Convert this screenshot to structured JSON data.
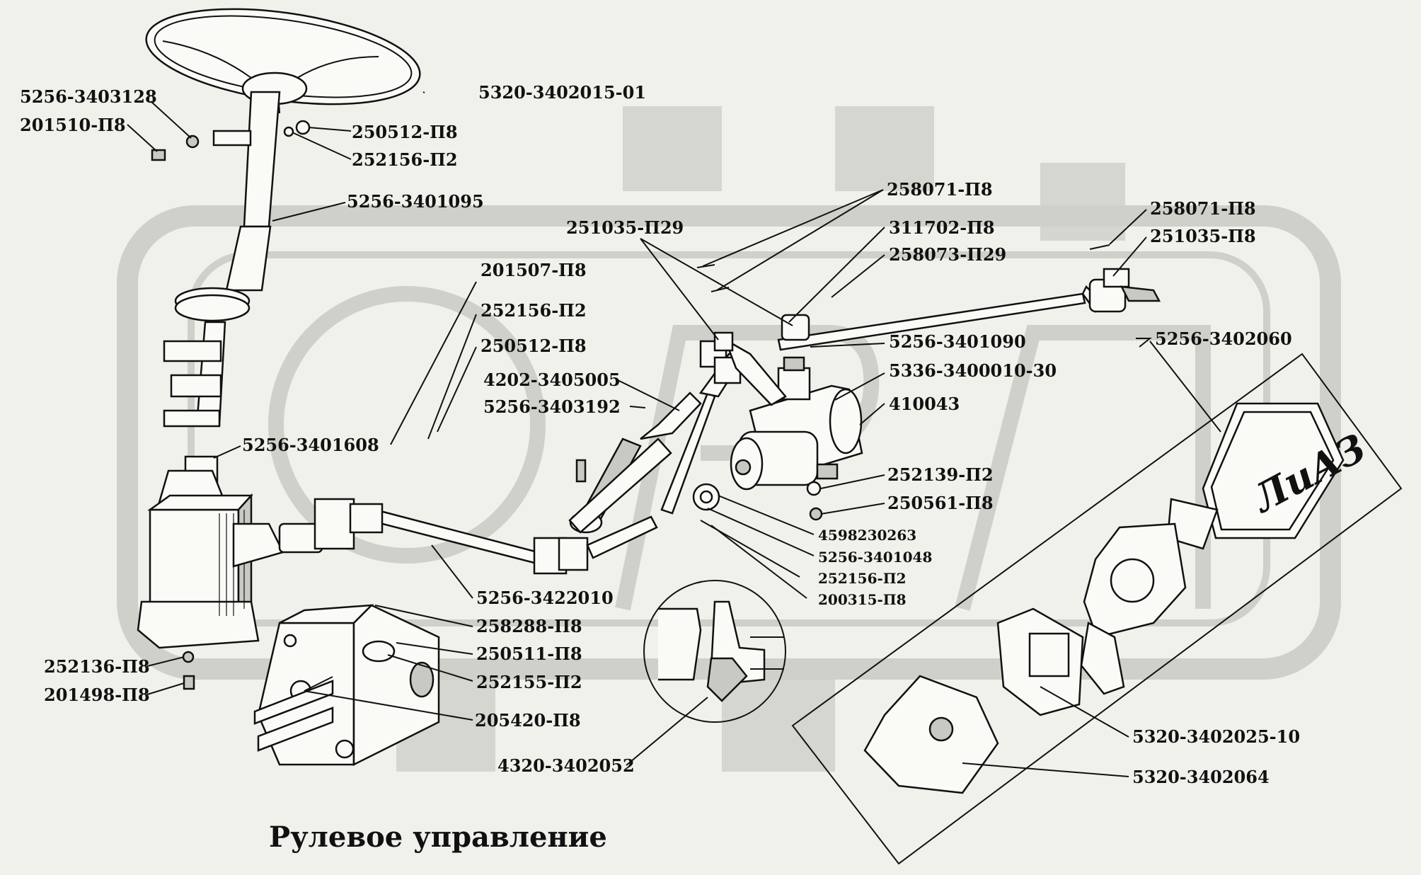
{
  "diagram": {
    "title": "Рулевое управление",
    "watermark": "ОПД",
    "emblem_text": "ЛиАЗ",
    "labels": {
      "l01": "5320-3402015-01",
      "l02": "5256-3403128",
      "l03": "201510-П8",
      "l04": "250512-П8",
      "l05": "252156-П2",
      "l06": "5256-3401095",
      "l07": "258071-П8",
      "l08": "251035-П29",
      "l09": "311702-П8",
      "l10": "258073-П29",
      "l11": "258071-П8",
      "l12": "251035-П8",
      "l13": "201507-П8",
      "l14": "252156-П2",
      "l15": "250512-П8",
      "l16": "4202-3405005",
      "l17": "5256-3403192",
      "l18": "5256-3401090",
      "l19": "5336-3400010-30",
      "l20": "5256-3402060",
      "l21": "410043",
      "l22": "5256-3401608",
      "l23": "252139-П2",
      "l24": "250561-П8",
      "l25": "4598230263",
      "l26": "5256-3401048",
      "l27": "252156-П2",
      "l28": "200315-П8",
      "l29": "5256-3422010",
      "l30": "258288-П8",
      "l31": "250511-П8",
      "l32": "252155-П2",
      "l33": "252136-П8",
      "l34": "201498-П8",
      "l35": "205420-П8",
      "l36": "4320-3402052",
      "l37": "5320-3402025-10",
      "l38": "5320-3402064"
    }
  }
}
